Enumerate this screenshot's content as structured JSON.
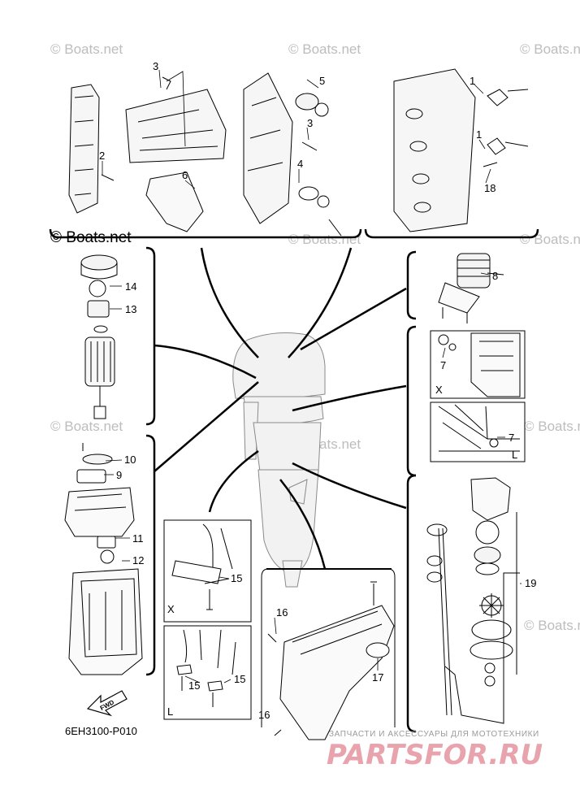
{
  "watermark": "© Boats.net",
  "part_numbers": {
    "n1": "1",
    "n2": "2",
    "n3": "3",
    "n4": "4",
    "n5": "5",
    "n6": "6",
    "n7": "7",
    "n8": "8",
    "n9": "9",
    "n10": "10",
    "n11": "11",
    "n12": "12",
    "n13": "13",
    "n14": "14",
    "n15": "15",
    "n16": "16",
    "n17": "17",
    "n18": "18",
    "n19": "19"
  },
  "view_letters": {
    "x": "X",
    "l": "L"
  },
  "arrow_label": "FWD",
  "diagram_code": "6EH3100-P010",
  "brand": {
    "tagline": "ЗАПЧАСТИ И АКСЕССУАРЫ ДЛЯ МОТОТЕХНИКИ",
    "name": "PARTSFOR.RU"
  }
}
